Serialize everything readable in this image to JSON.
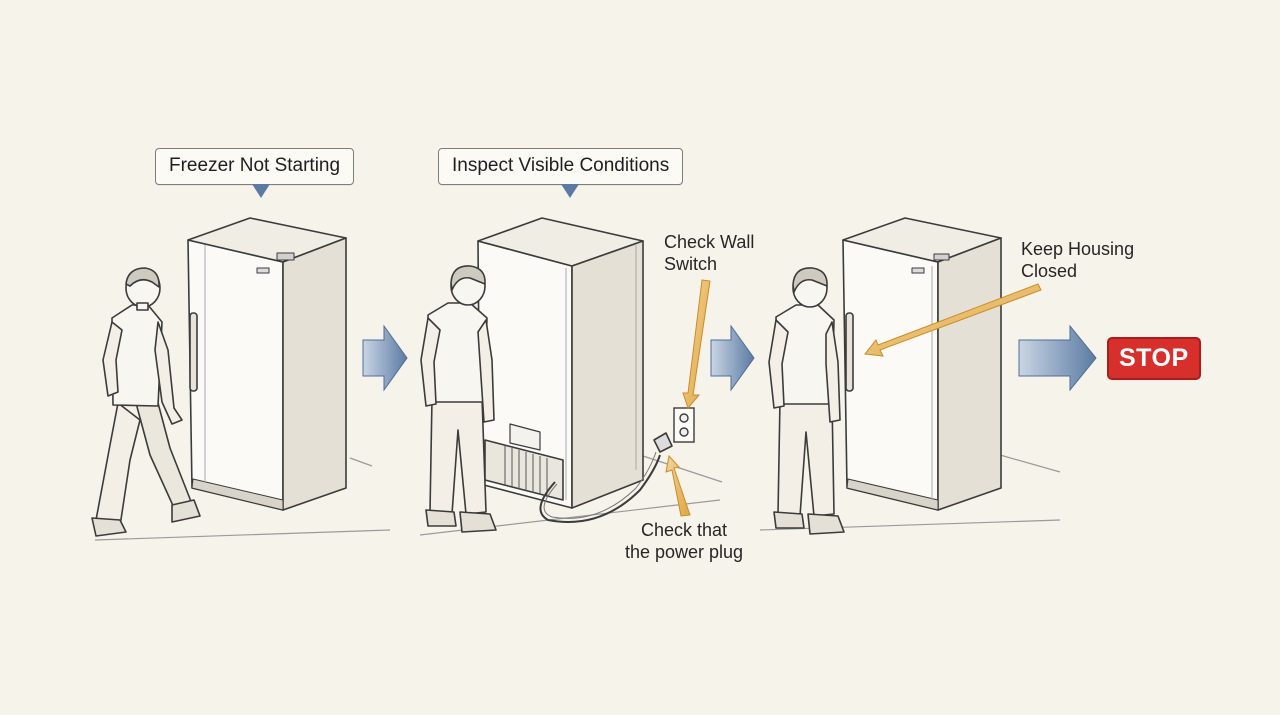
{
  "steps": [
    {
      "callout": "Freezer Not Starting"
    },
    {
      "callout": "Inspect Visible Conditions"
    }
  ],
  "annotations": {
    "wall_switch_line1": "Check Wall",
    "wall_switch_line2": "Switch",
    "power_plug_line1": "Check that",
    "power_plug_line2": "the power plug",
    "housing_line1": "Keep Housing",
    "housing_line2": "Closed"
  },
  "stop_label": "STOP",
  "colors": {
    "background": "#f6f3ea",
    "flow_arrow": "#5c7ba3",
    "annotation_arrow": "#e0a640",
    "stop": "#d62f2c"
  }
}
